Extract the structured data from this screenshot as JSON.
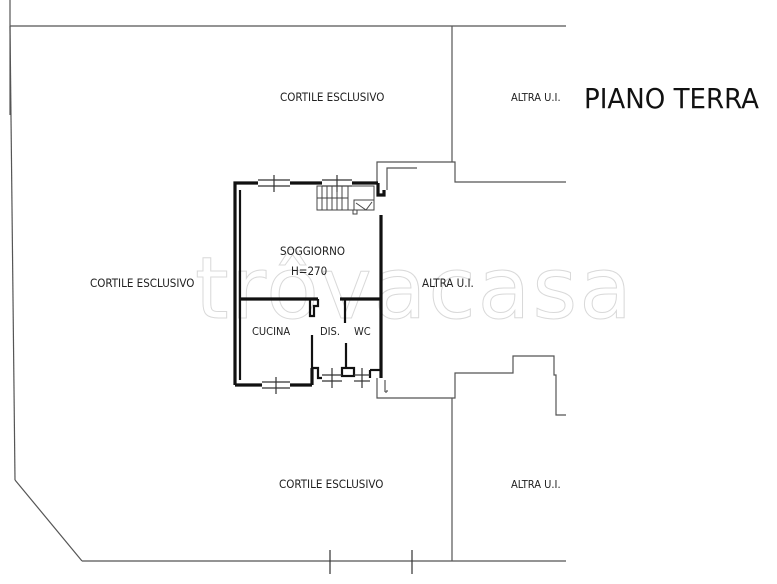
{
  "drawing": {
    "title": "PIANO TERRA",
    "watermark": "trôvacasa",
    "areas": {
      "cortile_top": "CORTILE ESCLUSIVO",
      "cortile_left": "CORTILE ESCLUSIVO",
      "cortile_bottom": "CORTILE ESCLUSIVO",
      "altra_top": "ALTRA U.I.",
      "altra_middle": "ALTRA U.I.",
      "altra_bottom": "ALTRA U.I."
    },
    "rooms": {
      "soggiorno": "SOGGIORNO",
      "height": "H=270",
      "cucina": "CUCINA",
      "dis": "DIS.",
      "wc": "WC"
    },
    "colors": {
      "background": "#ffffff",
      "wall": "#111111",
      "boundary": "#555555",
      "watermark": "#d9d9d9"
    }
  }
}
